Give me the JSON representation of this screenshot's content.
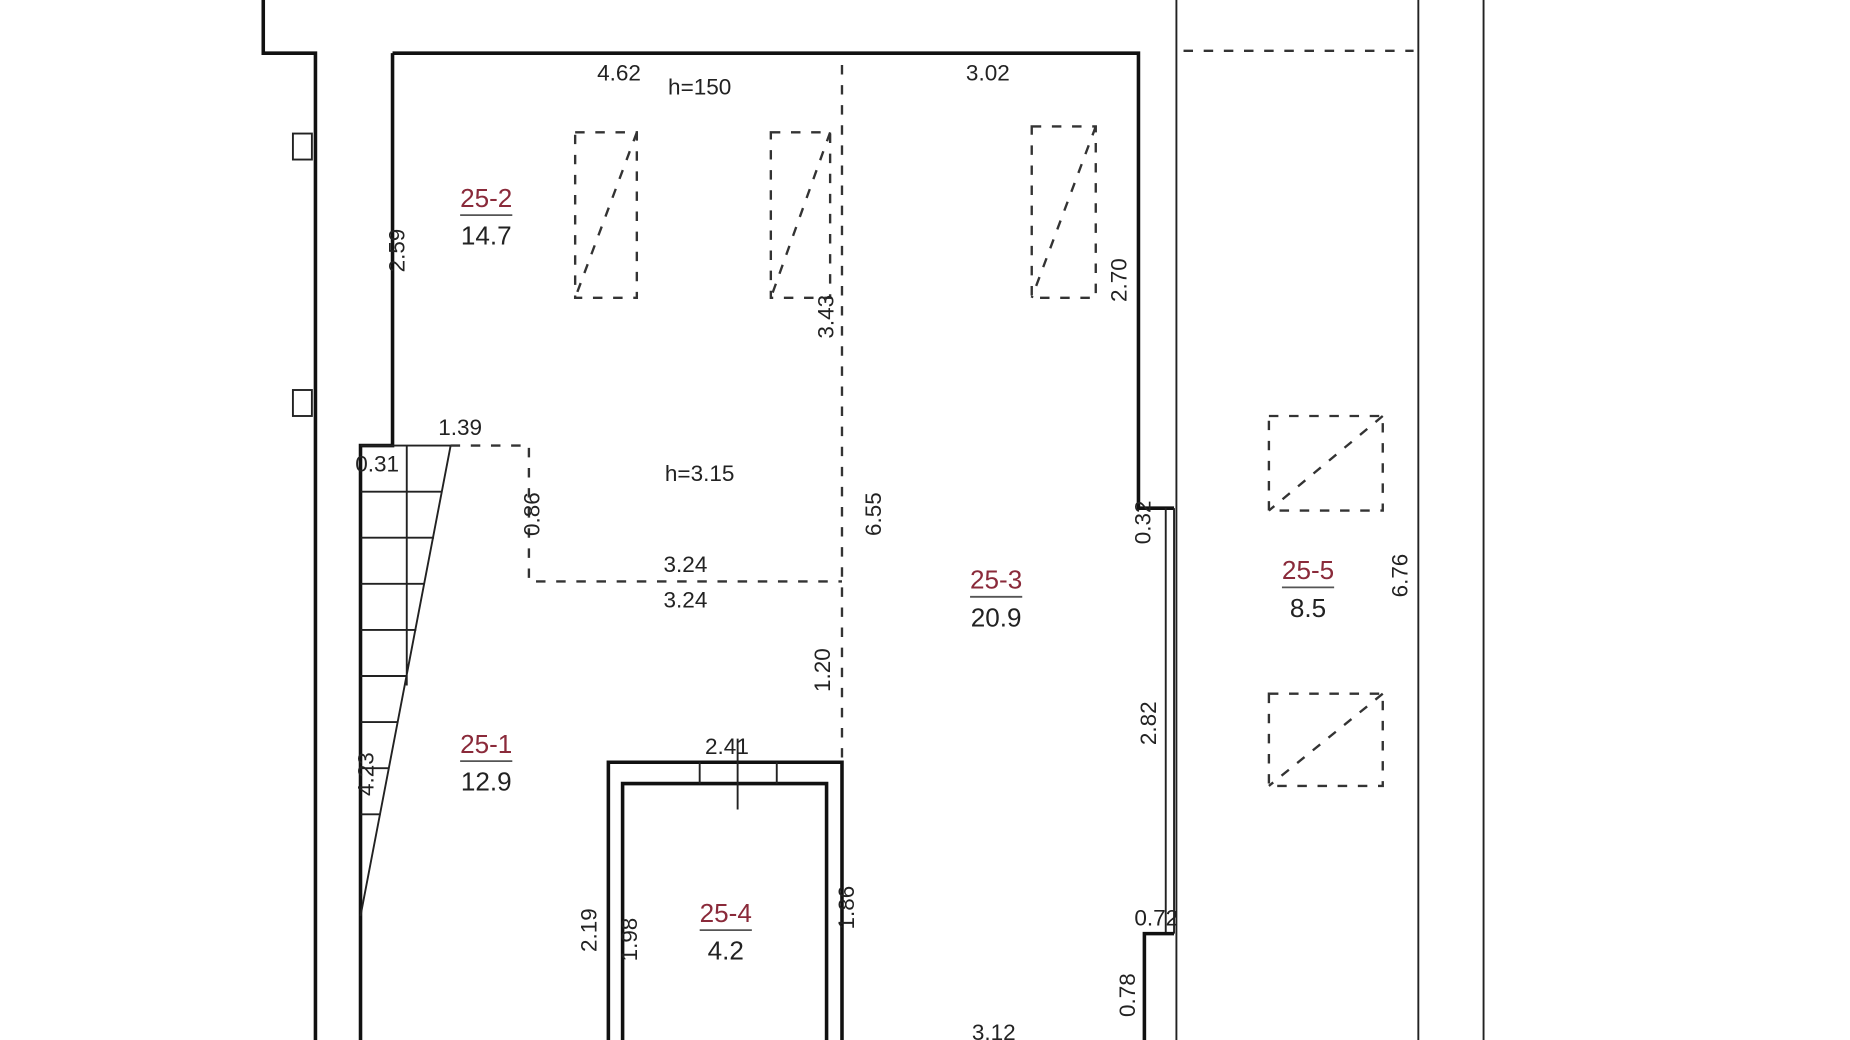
{
  "rooms": [
    {
      "id": "25-1",
      "area": "12.9"
    },
    {
      "id": "25-2",
      "area": "14.7"
    },
    {
      "id": "25-3",
      "area": "20.9"
    },
    {
      "id": "25-4",
      "area": "4.2"
    },
    {
      "id": "25-5",
      "area": "8.5"
    }
  ],
  "dimensions": [
    "4.62",
    "h=150",
    "3.02",
    "2.59",
    "2.70",
    "3.43",
    "1.39",
    "0.31",
    "h=3.15",
    "0.86",
    "6.55",
    "3.24",
    "3.24",
    "0.32",
    "1.20",
    "2.41",
    "4.23",
    "2.82",
    "2.19",
    "1.98",
    "1.86",
    "0.72",
    "0.78",
    "3.12",
    "6.76"
  ],
  "colors": {
    "room_id": "#8a2a3a",
    "lines": "#111111"
  }
}
